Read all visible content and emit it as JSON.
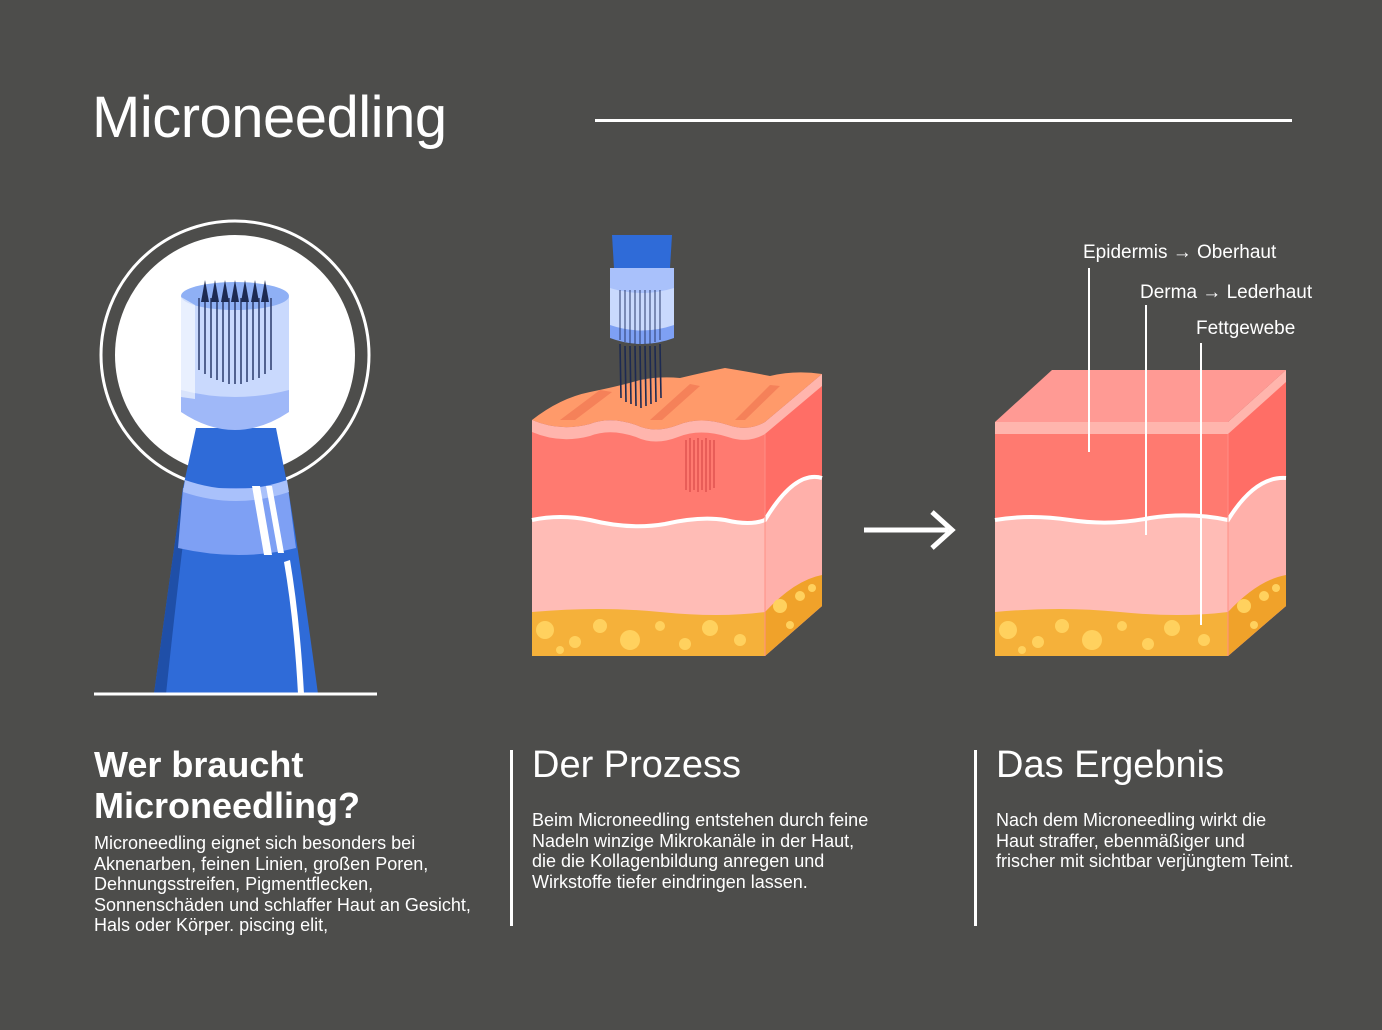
{
  "title": "Microneedling",
  "labels": {
    "epidermis": "Epidermis → Oberhaut",
    "derma": "Derma → Lederhaut",
    "fat": "Fettgewebe"
  },
  "who": {
    "title": "Wer braucht Microneedling?",
    "text": "Microneedling eignet sich besonders bei Aknenarben, feinen Linien, großen Poren, Dehnungsstreifen, Pigmentflecken, Sonnenschäden und schlaffer Haut an Gesicht, Hals oder Körper. piscing elit,"
  },
  "process": {
    "title": "Der Prozess",
    "text": "Beim Microneedling entstehen durch feine Nadeln winzige Mikrokanäle in der Haut, die die Kollagenbildung anregen und Wirkstoffe tiefer eindringen lassen."
  },
  "result": {
    "title": "Das Ergebnis",
    "text": "Nach dem Microneedling wirkt die Haut straffer, ebenmäßiger und frischer mit sichtbar verjüngtem Teint."
  },
  "colors": {
    "background": "#4d4d4b",
    "pen_blue": "#2f6bd8",
    "epidermis": "#ff7a70",
    "dermis": "#ffbcb6",
    "fat": "#f5b13a"
  }
}
